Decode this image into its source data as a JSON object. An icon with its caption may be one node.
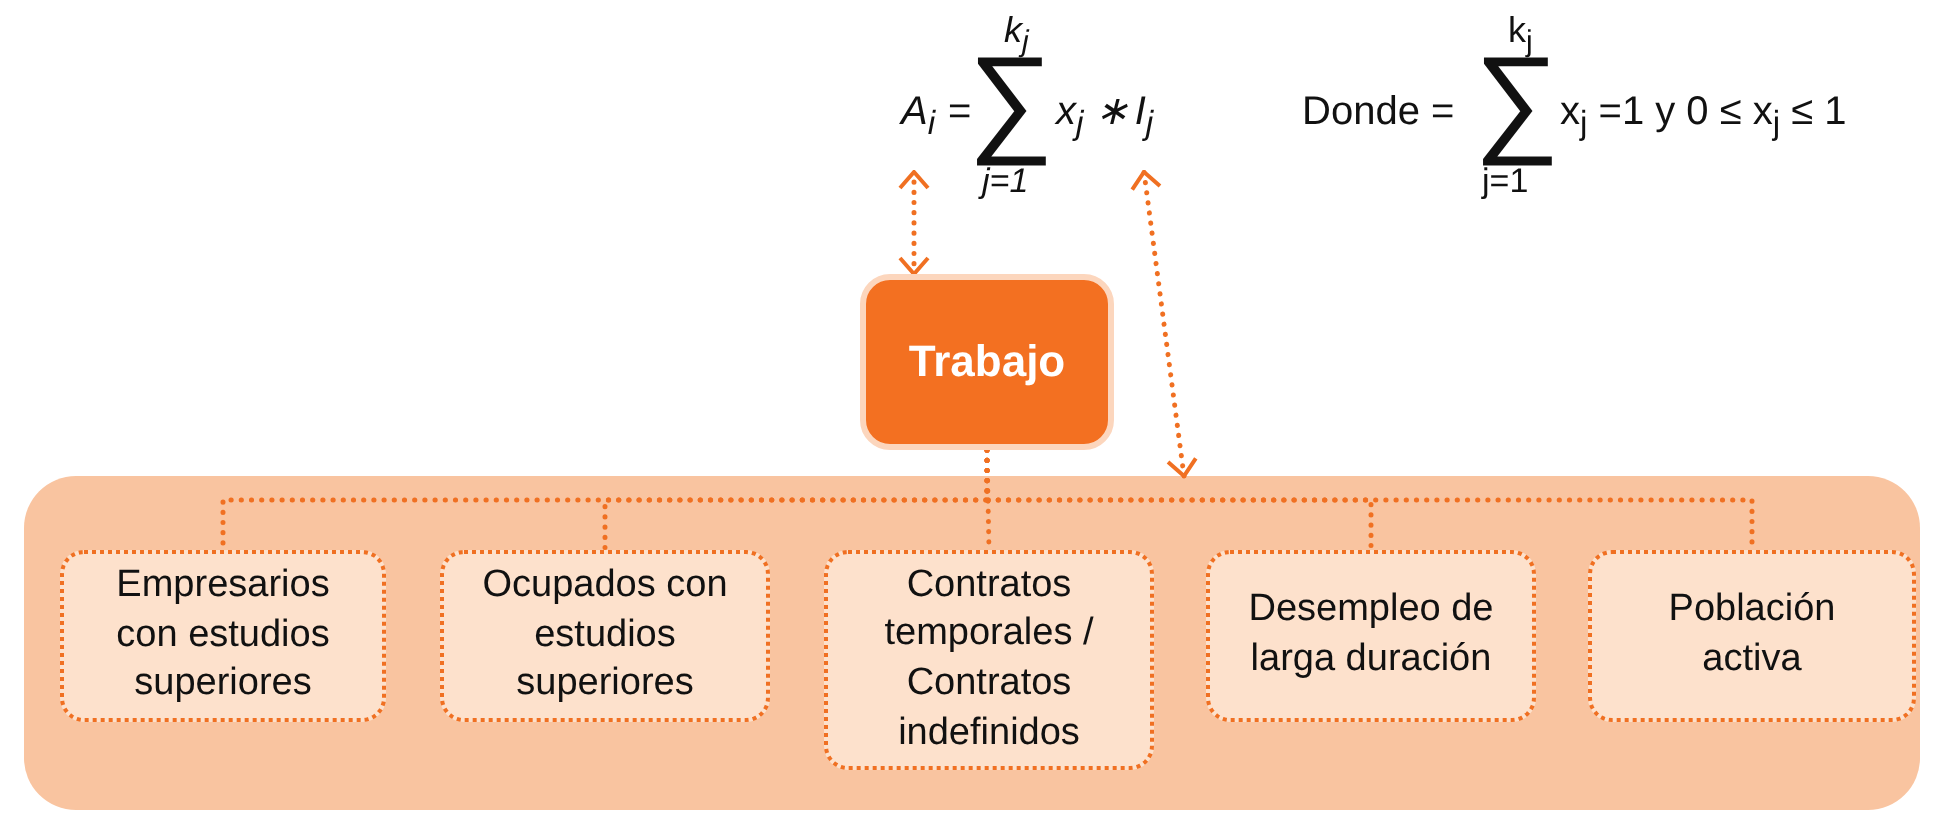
{
  "diagram": {
    "nodes": [
      {
        "text": [
          "A$_{i}$"
        ]
      },
      {
        "text": [
          "I$_{j}$"
        ]
      },
      {
        "text": [
          "Trabajo"
        ]
      },
      {
        "text": [],
        "shape": "box"
      },
      {
        "text": [
          "Empresarios con estudios superiores"
        ],
        "in": 3
      },
      {
        "text": [
          "Ocupados con estudios superiores"
        ],
        "in": 3
      },
      {
        "text": [
          "Contratos temporales / Contratos indefinidos"
        ],
        "in": 3
      },
      {
        "text": [
          "Desempleo de larga duración"
        ],
        "in": 3
      },
      {
        "text": [
          "Población activa"
        ],
        "in": 3
      }
    ],
    "edges": [
      {
        "from": 2,
        "to": 0,
        "arrow": "both"
      },
      {
        "from": 3,
        "to": 1,
        "arrow": "both"
      },
      {
        "from": 2,
        "to": 4,
        "arrow": "none"
      },
      {
        "from": 2,
        "to": 5,
        "arrow": "none"
      },
      {
        "from": 2,
        "to": 6,
        "arrow": "none"
      },
      {
        "from": 2,
        "to": 7,
        "arrow": "none"
      },
      {
        "from": 2,
        "to": 8,
        "arrow": "none"
      }
    ],
    "labels": [
      "=",
      "k$_{j}$",
      "∑",
      "j=1",
      "x$_{j}$ ∗",
      "Donde =",
      "k$_{j}$",
      "∑",
      "j=1",
      "x$_{j}$ =1 y 0 ≤ x$_{j}$ ≤ 1"
    ]
  }
}
